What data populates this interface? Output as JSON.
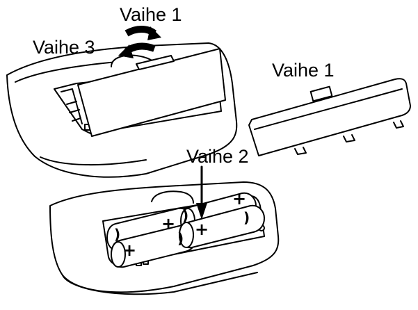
{
  "labels": {
    "step1_top": "Vaihe 1",
    "step3": "Vaihe 3",
    "step1_right": "Vaihe 1",
    "step2": "Vaihe 2"
  },
  "polarity": {
    "plus": "+",
    "minus": ")"
  },
  "icons": {
    "rotate_arrow_top": "curved-arrow-right-icon",
    "rotate_arrow_bottom": "curved-arrow-left-icon",
    "insert_arrow": "down-arrow-icon"
  },
  "colors": {
    "line": "#000000",
    "fill": "#ffffff"
  }
}
